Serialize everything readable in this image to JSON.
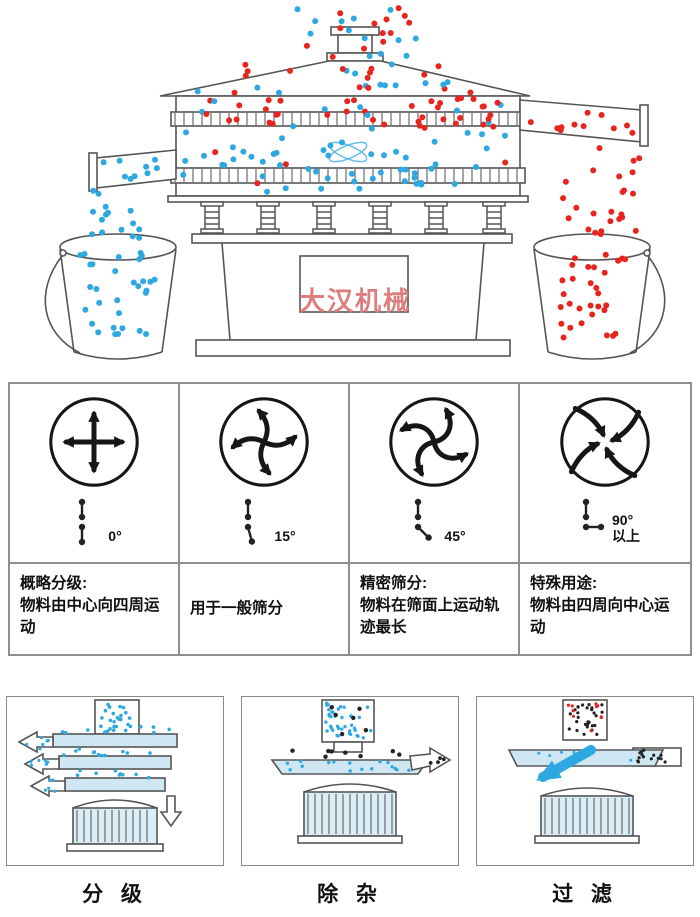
{
  "watermark": {
    "text": "大汉机械"
  },
  "angle_table": {
    "columns": [
      {
        "angle": "0°",
        "angle_extra": "",
        "icon": "cross-outward-arrows-icon",
        "heading": "概略分级:",
        "body": "物料由中心向四周运动"
      },
      {
        "angle": "15°",
        "angle_extra": "",
        "icon": "swirl-arrows-icon",
        "heading": "",
        "body": "用于一般筛分"
      },
      {
        "angle": "45°",
        "angle_extra": "",
        "icon": "pinwheel-arrows-icon",
        "heading": "精密筛分:",
        "body": "物料在筛面上运动轨迹最长"
      },
      {
        "angle": "90°",
        "angle_extra": "以上",
        "icon": "inward-arrows-icon",
        "heading": "特殊用途:",
        "body": "物料由四周向中心运动"
      }
    ]
  },
  "figures": [
    {
      "label": "分 级"
    },
    {
      "label": "除 杂"
    },
    {
      "label": "过 滤"
    }
  ],
  "colors": {
    "blue": "#2ea8e0",
    "red": "#e6251f",
    "dark": "#222222",
    "light_blue": "#daeef8",
    "deck_blue": "#cfe7f3",
    "line": "#555555",
    "table_border": "#8f8f8f",
    "watermark": "#dd7f7f"
  }
}
